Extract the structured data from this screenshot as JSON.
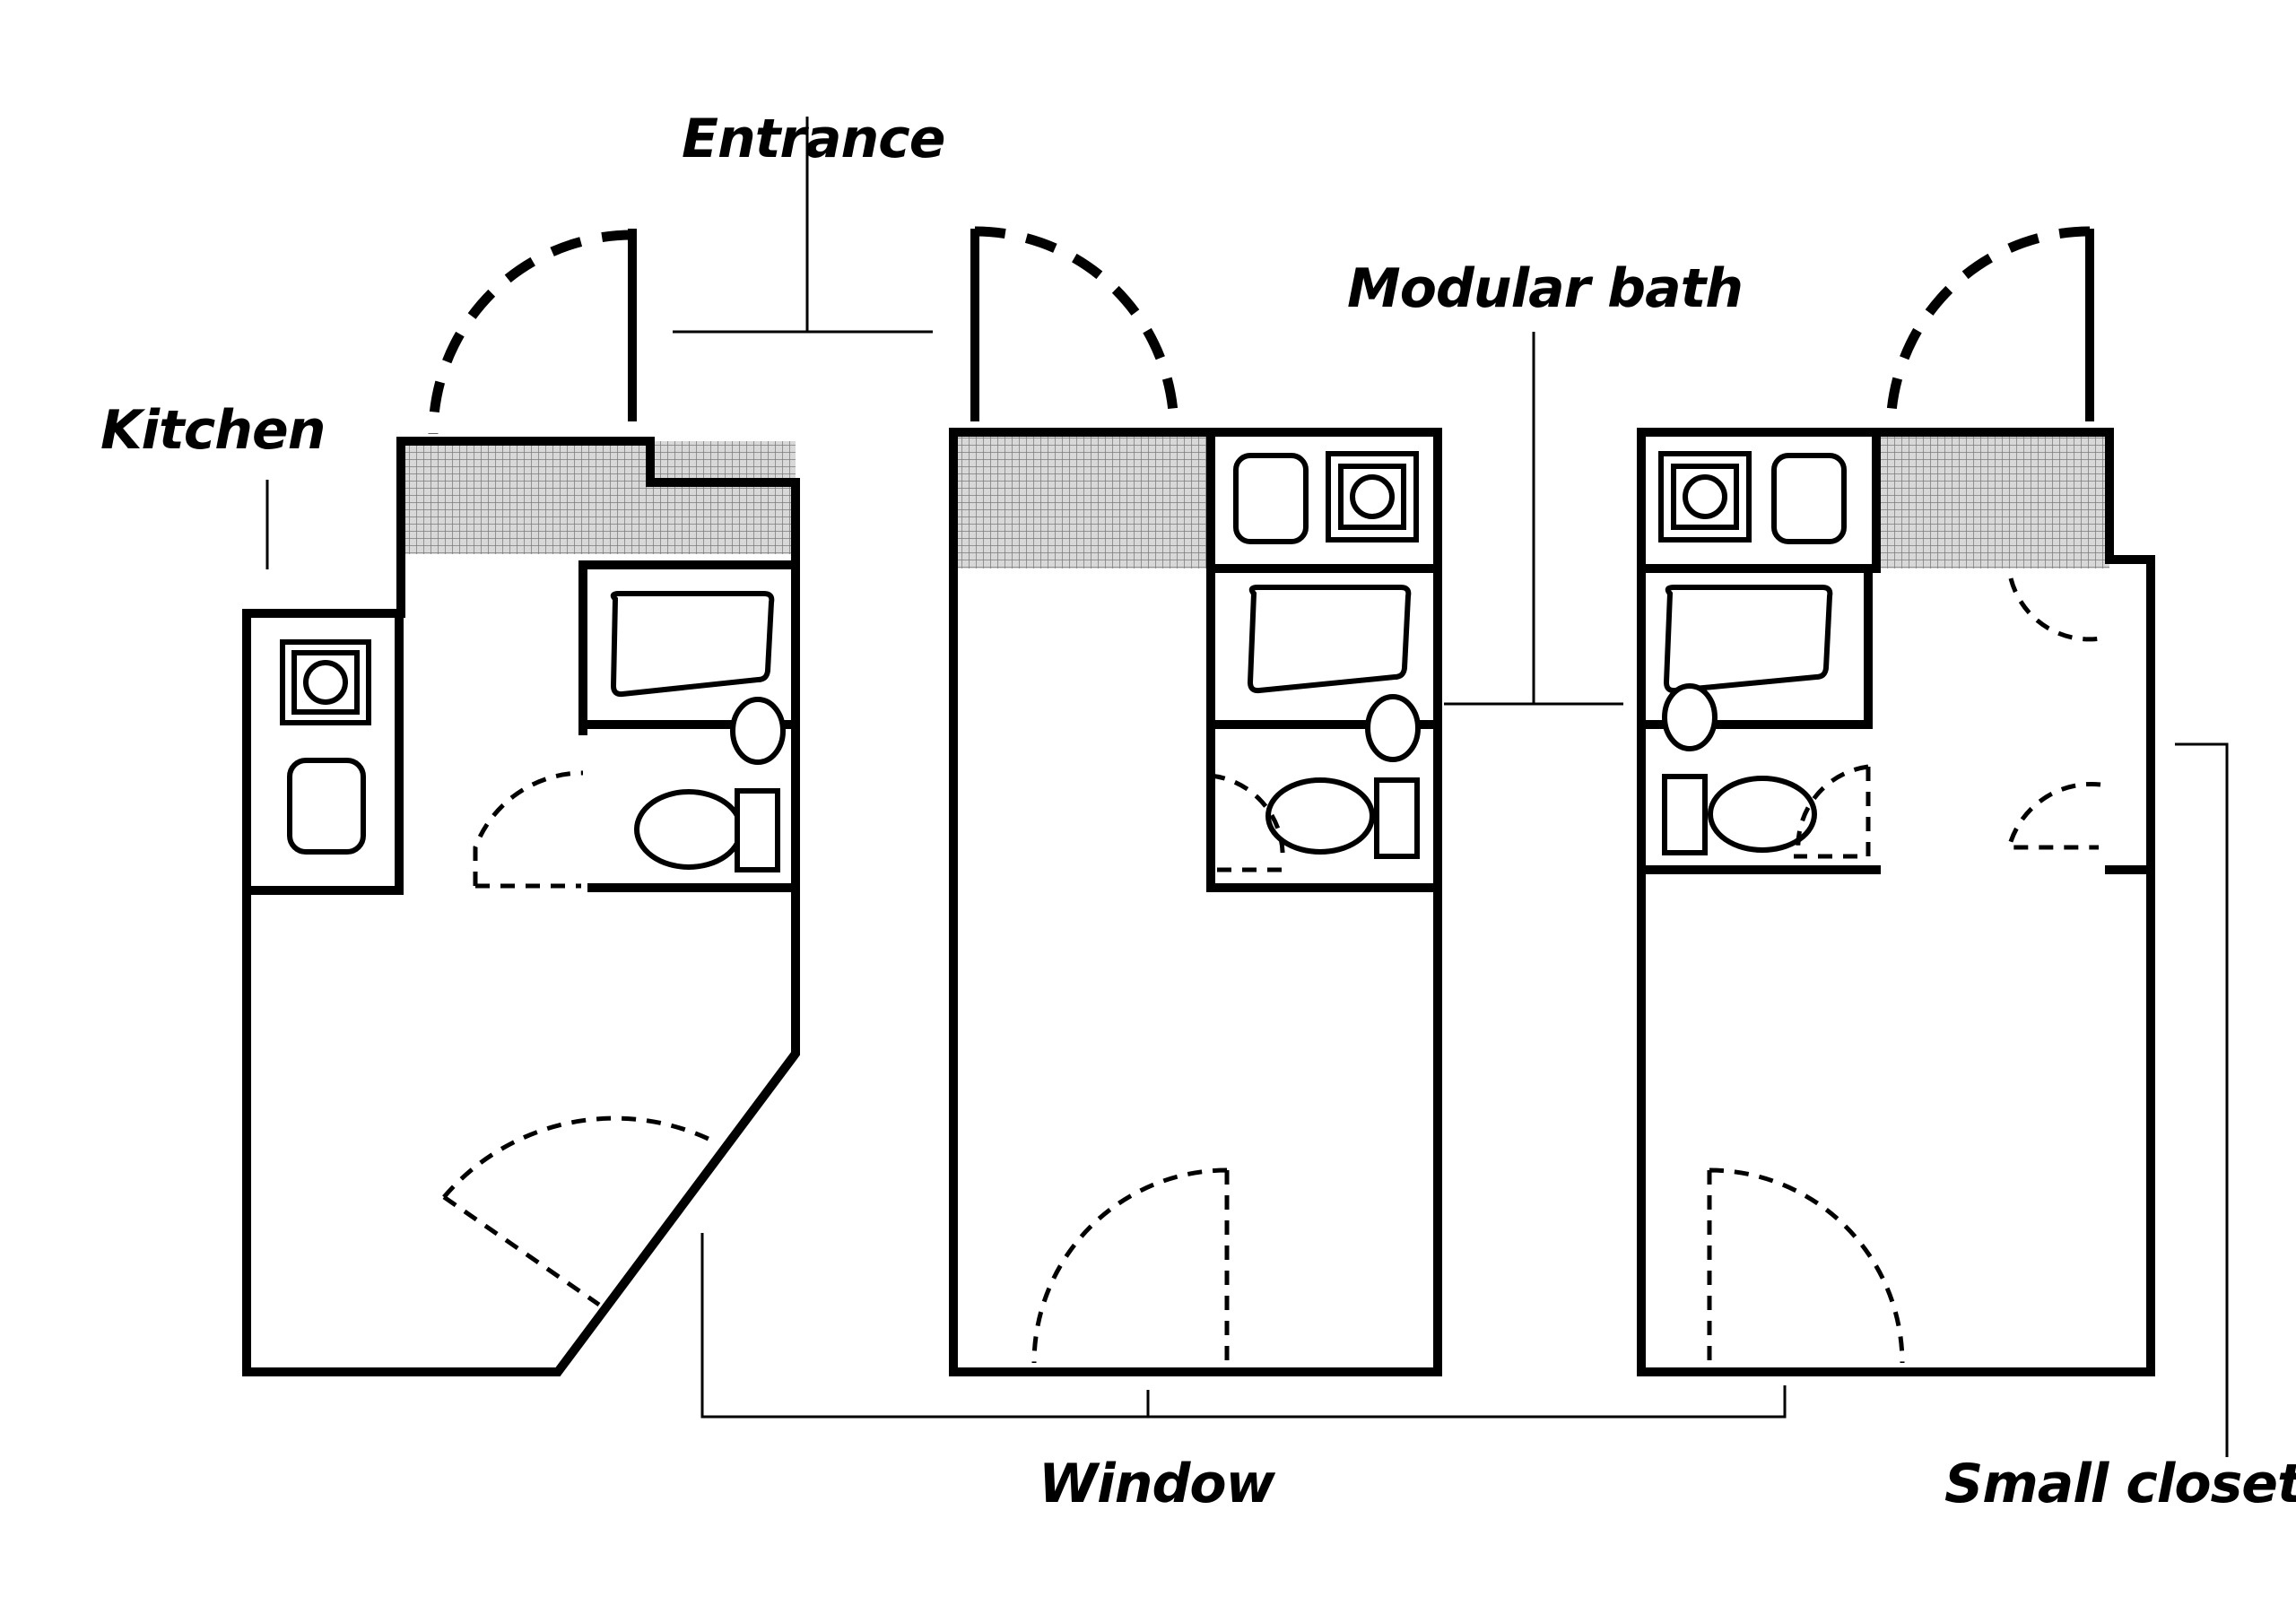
{
  "labels": {
    "entrance": "Entrance",
    "kitchen": "Kitchen",
    "modular_bath": "Modular bath",
    "window": "Window",
    "small_closet": "Small closet"
  },
  "colors": {
    "ink": "#000000",
    "paper": "#ffffff",
    "hatch": "#9a9a9a"
  },
  "units": [
    {
      "name": "unit-left",
      "features": [
        "kitchen",
        "modular-bath",
        "angled-window-wall"
      ]
    },
    {
      "name": "unit-middle",
      "features": [
        "kitchen",
        "modular-bath"
      ]
    },
    {
      "name": "unit-right",
      "features": [
        "kitchen",
        "modular-bath",
        "small-closet"
      ]
    }
  ]
}
